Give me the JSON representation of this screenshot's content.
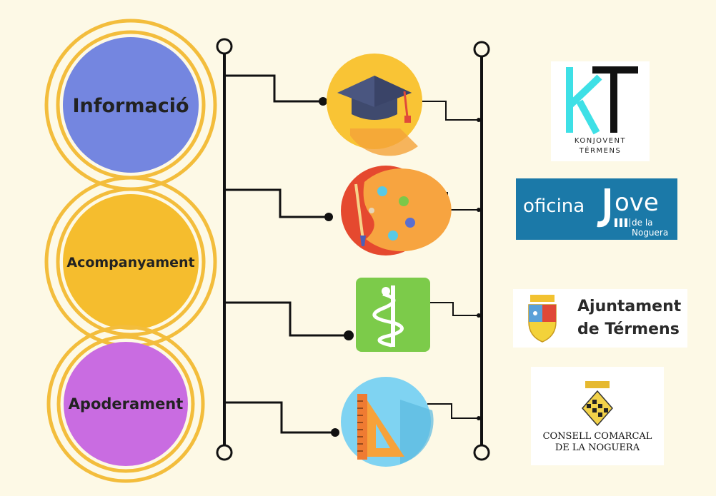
{
  "colors": {
    "background": "#fdf9e6",
    "ring": "#f3bd3c",
    "informacio_fill": "#7486e0",
    "acompanyament_fill": "#f5bd2e",
    "apoderament_fill": "#c96ce1",
    "line": "#111111",
    "oficina_jove_bg": "#1b79a8",
    "kt_cyan": "#3ee0e6"
  },
  "circles": [
    {
      "label": "Informació"
    },
    {
      "label": "Acompanyament"
    },
    {
      "label": "Apoderament"
    }
  ],
  "icons": [
    {
      "name": "graduation-cap-icon"
    },
    {
      "name": "art-palette-icon"
    },
    {
      "name": "medical-caduceus-icon"
    },
    {
      "name": "ruler-set-square-icon"
    }
  ],
  "logos": {
    "kt": {
      "letters": "KT",
      "line1": "KONJOVENT",
      "line2": "TÉRMENS"
    },
    "oficina_jove": {
      "word1": "oficina",
      "word2": "ove",
      "sub": "de la Noguera"
    },
    "ajuntament": {
      "line1": "Ajuntament",
      "line2": "de Térmens"
    },
    "consell": {
      "line1": "CONSELL COMARCAL",
      "line2": "DE LA NOGUERA"
    }
  }
}
